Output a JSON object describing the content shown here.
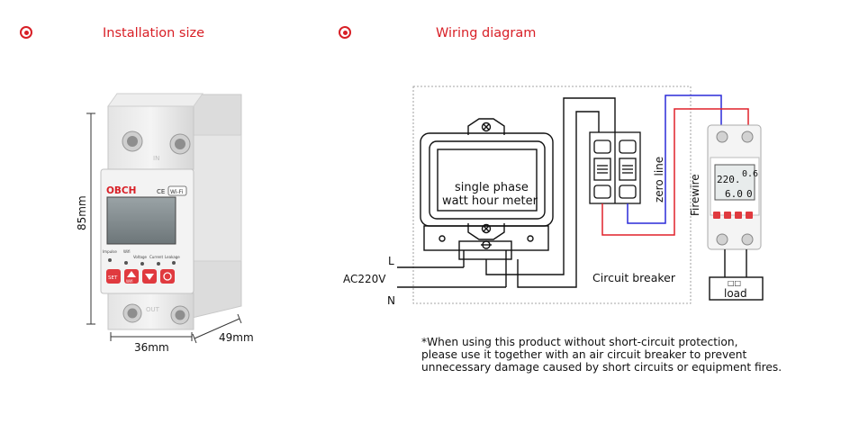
{
  "sections": {
    "installation": {
      "title": "Installation size"
    },
    "wiring": {
      "title": "Wiring diagram"
    }
  },
  "device": {
    "brand": "OBCH",
    "badge": "Wi-Fi",
    "terminal_in": "IN",
    "terminal_out": "OUT",
    "indicator_labels": [
      "Impulse",
      "Wifi",
      "Voltage",
      "Current",
      "Leakage"
    ],
    "buttons": [
      {
        "label": "SET",
        "icon": ""
      },
      {
        "label": "Wifi",
        "icon": "up-triangle-icon"
      },
      {
        "label": "",
        "icon": "down-triangle-icon"
      },
      {
        "label": "",
        "icon": "power-icon"
      }
    ],
    "accent_color": "#e03a3f"
  },
  "dimensions": {
    "height": "85mm",
    "width": "36mm",
    "depth": "49mm"
  },
  "wiring": {
    "meter_label_line1": "single phase",
    "meter_label_line2": "watt hour meter",
    "zero_line_label": "zero line",
    "firewire_label": "Firewire",
    "circuit_breaker_label": "Circuit breaker",
    "load_label": "load",
    "L_label": "L",
    "N_label": "N",
    "source_label": "AC220V",
    "mini_display_top": "220.",
    "mini_display_mid": "0.6",
    "mini_display_bottom": "6.0",
    "mini_display_end": "0",
    "wire_colors": {
      "live": "#e0202a",
      "neutral": "#2a2ad8"
    }
  },
  "note": [
    "*When using this product without short-circuit protection,",
    "please use it together with an air circuit breaker to prevent",
    "unnecessary damage caused by short circuits or equipment fires."
  ]
}
